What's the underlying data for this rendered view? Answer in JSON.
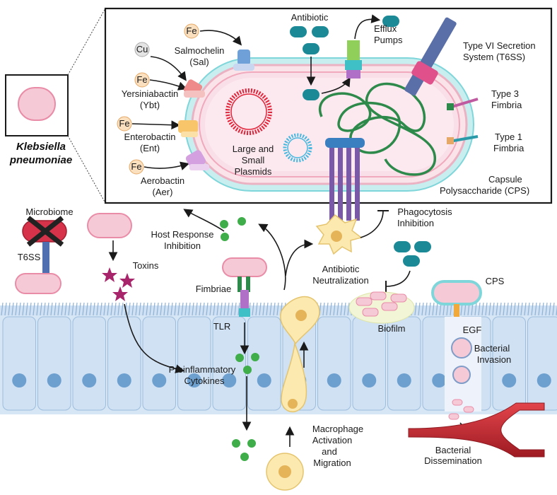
{
  "species": {
    "line1": "Klebsiella",
    "line2": "pneumoniae"
  },
  "cell_labels": {
    "cu": "Cu",
    "fe": "Fe",
    "salmochelin_1": "Salmochelin",
    "salmochelin_2": "(Sal)",
    "yersiniabactin_1": "Yersiniabactin",
    "yersiniabactin_2": "(Ybt)",
    "enterobactin_1": "Enterobactin",
    "enterobactin_2": "(Ent)",
    "aerobactin_1": "Aerobactin",
    "aerobactin_2": "(Aer)",
    "antibiotic": "Antibiotic",
    "efflux_1": "Efflux",
    "efflux_2": "Pumps",
    "t6ss_1": "Type VI Secretion",
    "t6ss_2": "System (T6SS)",
    "type3_1": "Type 3",
    "type3_2": "Fimbria",
    "type1_1": "Type 1",
    "type1_2": "Fimbria",
    "plasmids_1": "Large and",
    "plasmids_2": "Small",
    "plasmids_3": "Plasmids",
    "capsule_1": "Capsule",
    "capsule_2": "Polysaccharide (CPS)"
  },
  "host_labels": {
    "microbiome": "Microbiome",
    "t6ss": "T6SS",
    "toxins": "Toxins",
    "host_response_1": "Host Response",
    "host_response_2": "Inhibition",
    "phagocytosis_1": "Phagocytosis",
    "phagocytosis_2": "Inhibition",
    "antibiotic_neut_1": "Antibiotic",
    "antibiotic_neut_2": "Neutralization",
    "cps": "CPS",
    "fimbriae": "Fimbriae",
    "tlr": "TLR",
    "biofilm": "Biofilm",
    "egf": "EGF",
    "invasion_1": "Bacterial",
    "invasion_2": "Invasion",
    "cytokines_1": "Proinflammatory",
    "cytokines_2": "Cytokines",
    "macrophage_1": "Macrophage",
    "macrophage_2": "Activation",
    "macrophage_3": "and",
    "macrophage_4": "Migration",
    "dissemination_1": "Bacterial",
    "dissemination_2": "Dissemination"
  },
  "colors": {
    "bacterium_fill": "#f6c9d6",
    "bacterium_stroke": "#e98ca8",
    "epithelium": "#cfe1f3",
    "nucleus": "#6d9fcf",
    "antibiotic": "#1c8a96",
    "green_dot": "#3fae4a",
    "macrophage": "#fbe9b0",
    "vessel": "#c7262e",
    "toxin": "#a8246b"
  }
}
